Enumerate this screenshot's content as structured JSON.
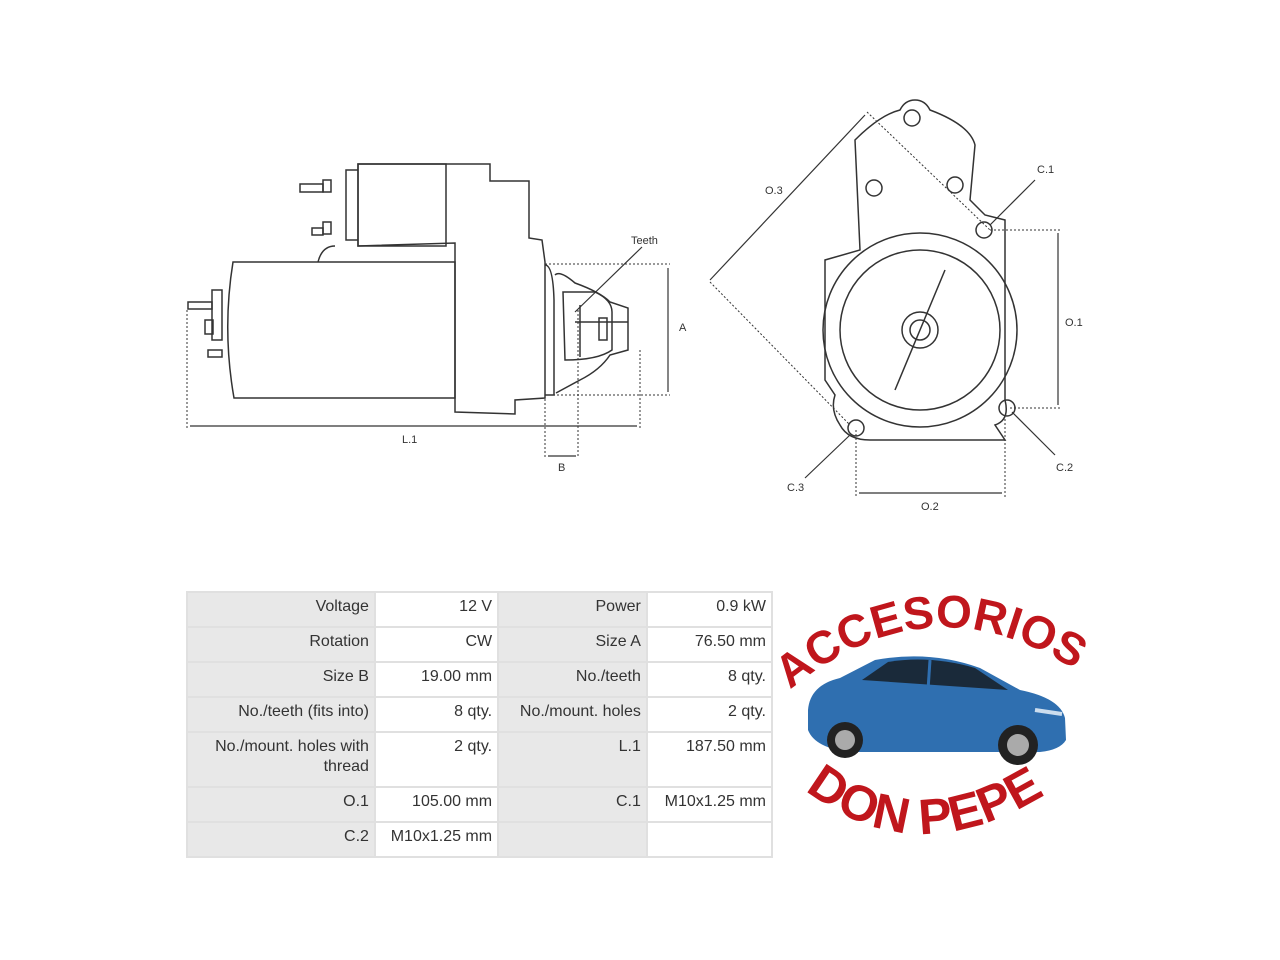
{
  "diagram": {
    "side_view": {
      "labels": {
        "teeth": "Teeth",
        "a": "A",
        "b": "B",
        "l1": "L.1"
      }
    },
    "front_view": {
      "labels": {
        "o1": "O.1",
        "o2": "O.2",
        "o3": "O.3",
        "c1": "C.1",
        "c2": "C.2",
        "c3": "C.3"
      }
    }
  },
  "specs": {
    "rows": [
      {
        "k1": "Voltage",
        "v1": "12 V",
        "k2": "Power",
        "v2": "0.9 kW"
      },
      {
        "k1": "Rotation",
        "v1": "CW",
        "k2": "Size A",
        "v2": "76.50 mm"
      },
      {
        "k1": "Size B",
        "v1": "19.00 mm",
        "k2": "No./teeth",
        "v2": "8 qty."
      },
      {
        "k1": "No./teeth (fits into)",
        "v1": "8 qty.",
        "k2": "No./mount. holes",
        "v2": "2 qty."
      },
      {
        "k1": "No./mount. holes with thread",
        "v1": "2 qty.",
        "k2": "L.1",
        "v2": "187.50 mm"
      },
      {
        "k1": "O.1",
        "v1": "105.00 mm",
        "k2": "C.1",
        "v2": "M10x1.25 mm"
      },
      {
        "k1": "C.2",
        "v1": "M10x1.25 mm",
        "k2": "",
        "v2": ""
      }
    ]
  },
  "logo": {
    "top_text": "ACCESORIOS",
    "bottom_text": "DON PEPE",
    "text_color": "#c0161c",
    "car_color": "#2f6fb0"
  }
}
